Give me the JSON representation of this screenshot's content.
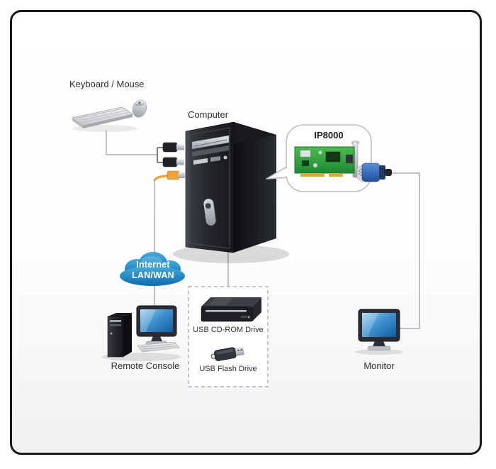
{
  "diagram": {
    "labels": {
      "keyboard_mouse": "Keyboard / Mouse",
      "computer": "Computer",
      "card_model": "IP8000",
      "cloud_line1": "Internet",
      "cloud_line2": "LAN/WAN",
      "remote_console": "Remote Console",
      "usb_cdrom": "USB CD-ROM Drive",
      "usb_flash": "USB Flash Drive",
      "monitor": "Monitor"
    },
    "colors": {
      "border": "#1a1a1a",
      "background": "#ffffff",
      "connector_line": "#a9adb3",
      "cloud_blue_top": "#45aadd",
      "cloud_blue_bottom": "#0d6cae",
      "card_green": "#2f9e3f",
      "usb_plug_orange": "#f0a13a",
      "vga_blue": "#2f5fae",
      "screen_blue": "#3f93cf"
    }
  }
}
